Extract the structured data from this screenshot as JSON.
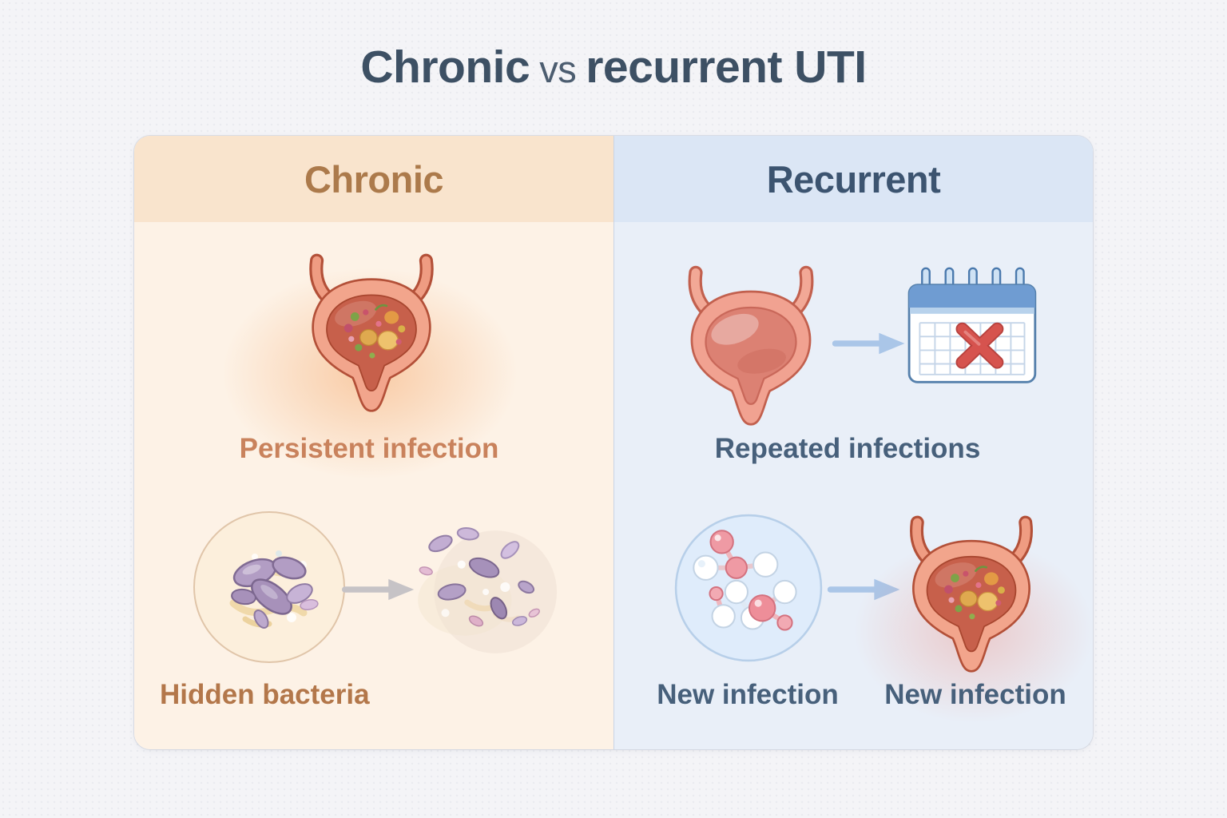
{
  "title": {
    "chronic": "Chronic",
    "vs": "vs",
    "recurrent": "recurrent UTI"
  },
  "panels": {
    "chronic": {
      "header": "Chronic",
      "persistent_label": "Persistent infection",
      "hidden_label": "Hidden bacteria"
    },
    "recurrent": {
      "header": "Recurrent",
      "repeated_label": "Repeated infections",
      "new_infection_left": "New infection",
      "new_infection_right": "New infection"
    }
  },
  "icons": {
    "chronic_top": "infected-bladder-icon",
    "chronic_bottom_left": "biofilm-bacteria-icon",
    "chronic_bottom_right": "scattered-bacteria-icon",
    "chronic_arrow": "arrow-right-icon",
    "recurrent_top_left": "healthy-bladder-icon",
    "recurrent_top_right": "calendar-x-icon",
    "recurrent_bottom_left": "molecule-cluster-icon",
    "recurrent_bottom_right": "infected-bladder-icon",
    "recurrent_arrows": "arrow-right-icon"
  },
  "colors": {
    "title_text": "#3d5064",
    "chronic_header_bg": "#f9e4cd",
    "chronic_header_text": "#ac7a4b",
    "chronic_body_bg": "#fdf2e6",
    "chronic_caption": "#c9825c",
    "chronic_caption2": "#b3774a",
    "recurrent_header_bg": "#dbe6f5",
    "recurrent_header_text": "#3c5470",
    "recurrent_body_bg": "#e9eff8",
    "recurrent_caption": "#47607b",
    "bladder_wall": "#f2a58c",
    "bladder_outline": "#b35038",
    "infected_cavity": "#c7604b",
    "healthy_cavity": "#dc8173",
    "bacteria_purple": "#b29dc4",
    "calendar_blue": "#6f9cd2",
    "cross_red": "#d6534e",
    "arrow_gray": "#c6c3c6",
    "arrow_blue": "#aac6e8"
  }
}
